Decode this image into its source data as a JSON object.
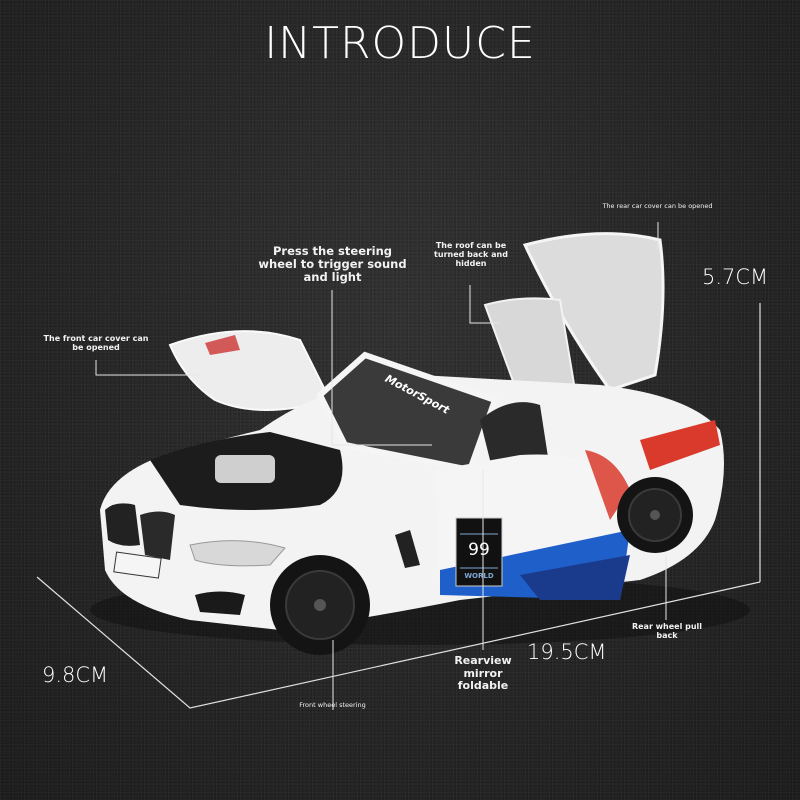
{
  "title": "INTRODUCE",
  "callouts": {
    "rear_cover": "The rear car cover can be opened",
    "roof": "The roof can be turned back and hidden",
    "steering_wheel": "Press the steering wheel to trigger sound and light",
    "front_cover": "The front car cover can be opened",
    "rearview_mirror": "Rearview mirror foldable",
    "rear_wheel": "Rear wheel pull back",
    "front_wheel": "Front wheel steering"
  },
  "dimensions": {
    "height": "5.7CM",
    "length": "19.5CM",
    "width": "9.8CM"
  },
  "car": {
    "windshield_decal": "MotorSport",
    "door_number": "99",
    "door_badge": "WORLD",
    "body_color": "#f4f4f4",
    "stripe_colors": [
      "#1e5fc9",
      "#1a3a8c",
      "#d93a2b"
    ]
  }
}
